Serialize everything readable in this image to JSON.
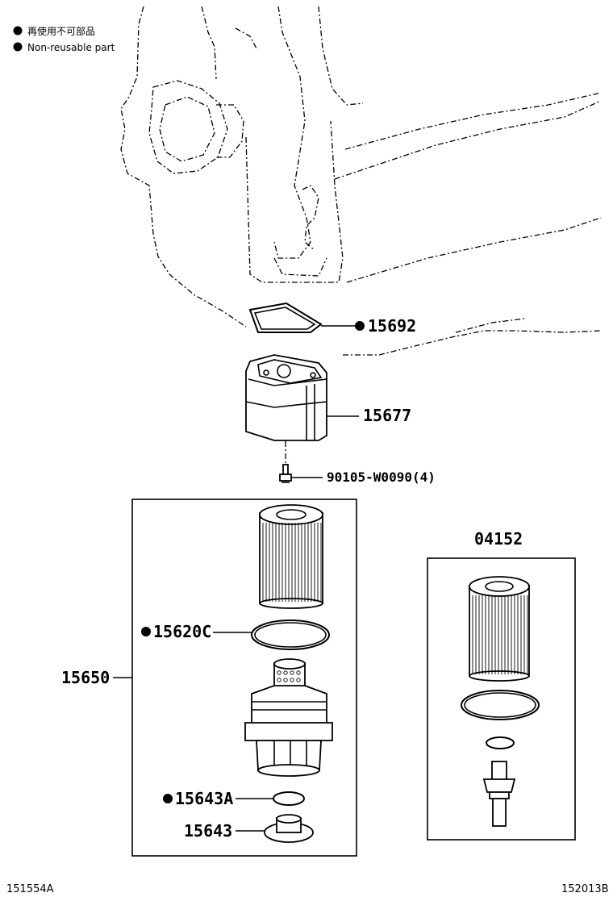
{
  "legend": {
    "reusable_jp": "再使用不可部品",
    "reusable_en": "Non-reusable part"
  },
  "parts": {
    "p15692": "15692",
    "p15677": "15677",
    "p90105": "90105-W0090(4)",
    "p15650": "15650",
    "p15620c": "15620C",
    "p15643a": "15643A",
    "p15643": "15643",
    "p04152": "04152"
  },
  "footer": {
    "left_code": "151554A",
    "right_code": "152013B"
  }
}
